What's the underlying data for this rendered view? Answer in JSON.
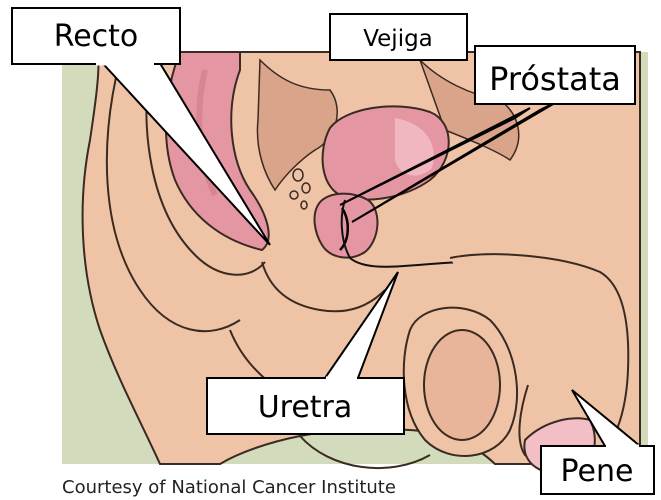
{
  "labels": {
    "recto": "Recto",
    "vejiga": "Vejiga",
    "prostata": "Próstata",
    "uretra": "Uretra",
    "pene": "Pene"
  },
  "credit": "Courtesy of National Cancer Institute",
  "colors": {
    "background_panel": "#d2dcbd",
    "skin": "#efc4a6",
    "skin_shadow": "#d9a48a",
    "organ_pink": "#e596a3",
    "organ_light": "#f3bfc7",
    "outline": "#3a2a22",
    "callout_border": "#000000"
  }
}
